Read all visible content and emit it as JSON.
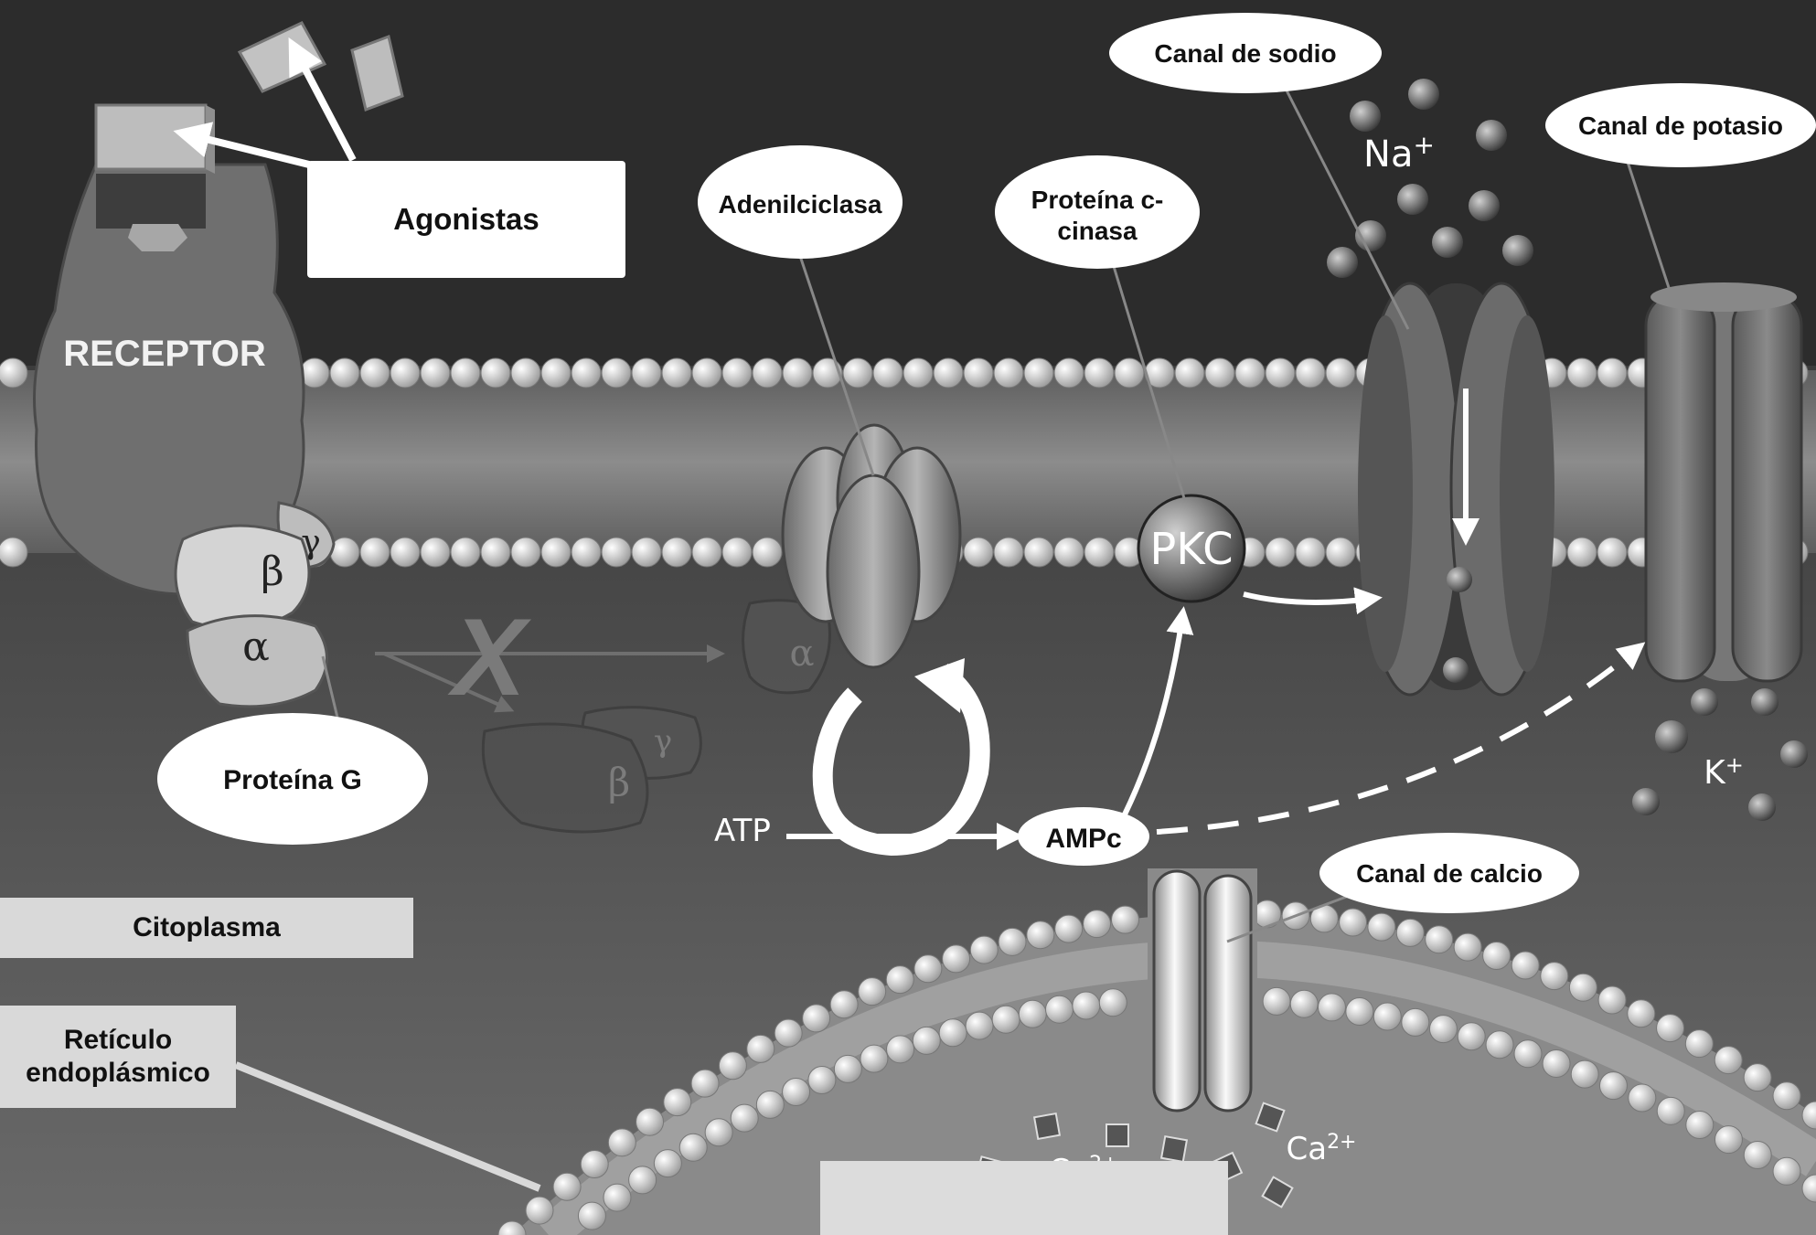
{
  "labels": {
    "agonistas": "Agonistas",
    "receptor": "RECEPTOR",
    "adenilciclasa": "Adenilciclasa",
    "proteina_c_cinasa_line1": "Proteína c-",
    "proteina_c_cinasa_line2": "cinasa",
    "canal_sodio": "Canal de sodio",
    "canal_potasio": "Canal de potasio",
    "canal_calcio": "Canal de calcio",
    "proteina_g": "Proteína G",
    "citoplasma": "Citoplasma",
    "reticulo_line1": "Retículo",
    "reticulo_line2": "endoplásmico",
    "pkc": "PKC",
    "atp": "ATP",
    "ampc": "AMPc",
    "x_mark": "X"
  },
  "subunits": {
    "alpha": "α",
    "beta": "β",
    "gamma": "γ"
  },
  "ions": {
    "na_base": "Na",
    "na_sup": "+",
    "k_base": "K",
    "k_sup": "+",
    "ca_base": "Ca",
    "ca_sup": "2+"
  },
  "colors": {
    "background": "#2c2c2c",
    "cytoplasm": "#4a4a4a",
    "lipid_head": "#cfcfcf",
    "label_bg": "#ffffff"
  }
}
